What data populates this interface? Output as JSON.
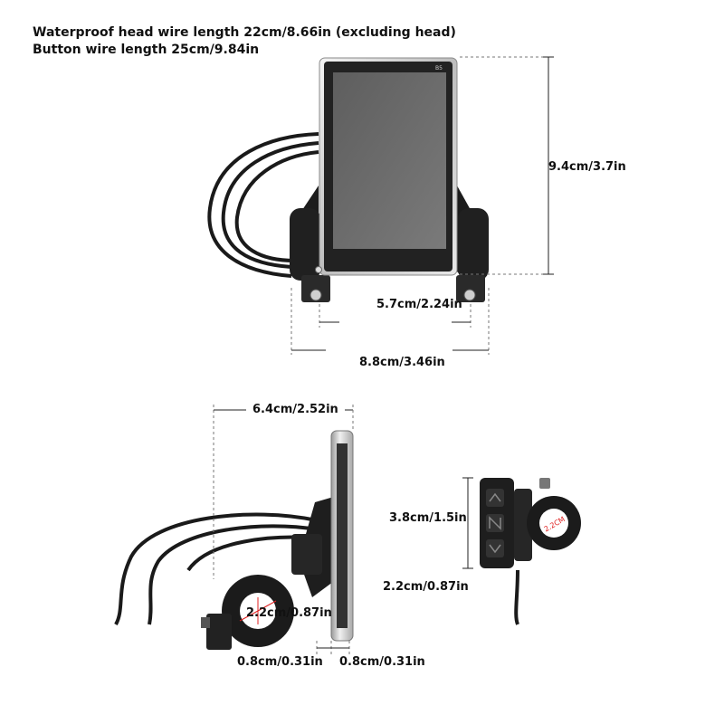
{
  "header": {
    "line1": "Waterproof head wire length 22cm/8.66in (excluding head)",
    "line2": "Button wire length 25cm/9.84in"
  },
  "front_view": {
    "screen_badge": "B5",
    "height": "9.4cm/3.7in",
    "mount_spacing": "5.7cm/2.24in",
    "total_width": "8.8cm/3.46in"
  },
  "side_view": {
    "depth": "6.4cm/2.52in",
    "clamp_diameter": "2.2cm/0.87in",
    "offset_left": "0.8cm/0.31in",
    "offset_right": "0.8cm/0.31in"
  },
  "button_unit": {
    "height": "3.8cm/1.5in",
    "clamp_diameter": "2.2cm/0.87in",
    "ring_label": "2.2CM"
  }
}
